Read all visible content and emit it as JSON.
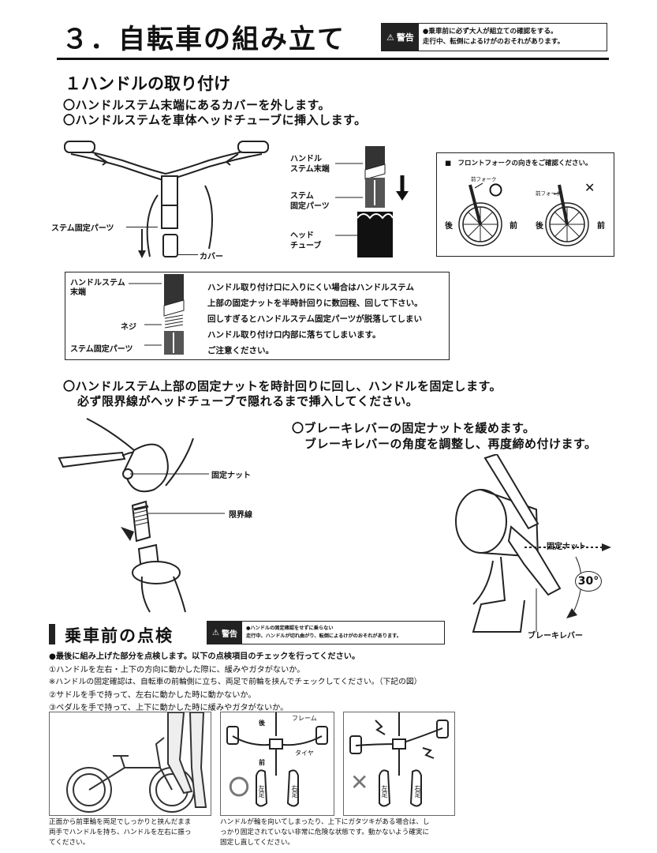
{
  "title": "３．自転車の組み立て",
  "top_warning": {
    "label": "警告",
    "line1": "●乗車前に必ず大人が組立ての確認をする。",
    "line2": "走行中、転倒によるけがのおそれがあります。"
  },
  "step1": {
    "heading": "１ハンドルの取り付け",
    "instr1": "〇ハンドルステム末端にあるカバーを外します。",
    "instr2": "〇ハンドルステムを車体ヘッドチューブに挿入します。",
    "labels": {
      "stem_fix_parts": "ステム固定パーツ",
      "cover": "カバー",
      "stem_end_1": "ハンドル",
      "stem_end_2": "ステム末端",
      "stem_fix_1": "ステム",
      "stem_fix_2": "固定パーツ",
      "head_tube_1": "ヘッド",
      "head_tube_2": "チューブ"
    },
    "fork_box": {
      "title": "■　フロントフォークの向きをご確認ください。",
      "fork_label": "前フォーク",
      "back": "後",
      "front": "前",
      "ok_mark": "〇",
      "ng_mark": "✕"
    },
    "note_box": {
      "label_end_1": "ハンドルステム",
      "label_end_2": "末端",
      "label_screw": "ネジ",
      "label_fix": "ステム固定パーツ",
      "lines": [
        "ハンドル取り付け口に入りにくい場合はハンドルステム",
        "上部の固定ナットを半時計回りに数回程、回して下さい。",
        "回しすぎるとハンドルステム固定パーツが脱落してしまい",
        "ハンドル取り付け口内部に落ちてしまいます。",
        "ご注意ください。"
      ]
    },
    "instr3": "〇ハンドルステム上部の固定ナットを時計回りに回し、ハンドルを固定します。",
    "instr4": "必ず限界線がヘッドチューブで隠れるまで挿入してください。",
    "nut_label": "固定ナット",
    "limit_label": "限界線"
  },
  "brake": {
    "instr1": "〇ブレーキレバーの固定ナットを緩めます。",
    "instr2": "ブレーキレバーの角度を調整し、再度締め付けます。",
    "nut_label": "固定ナット",
    "lever_label": "ブレーキレバー",
    "angle": "30°"
  },
  "check": {
    "heading": "乗車前の点検",
    "warning_label": "警告",
    "warning_line1": "●ハンドルの固定確認をせずに乗らない",
    "warning_line2": "走行中、ハンドルが切れ曲がり、転倒によるけがのおそれがあります。",
    "lines": [
      "●最後に組み上げた部分を点検します。以下の点検項目のチェックを行ってください。",
      "①ハンドルを左右・上下の方向に動かした際に、緩みやガタがないか。",
      "※ハンドルの固定確認は、自転車の前輪側に立ち、両足で前輪を挟んでチェックしてください。（下記の図）",
      "②サドルを手で持って、左右に動かした時に動かないか。",
      "③ペダルを手で持って、上下に動かした時に緩みやガタがないか。"
    ],
    "fig2_labels": {
      "back": "後",
      "frame": "フレーム",
      "front": "前",
      "tire": "タイヤ",
      "left": "左足",
      "right": "右足",
      "ok": "〇"
    },
    "fig3_labels": {
      "left": "左足",
      "right": "右足",
      "ng": "✕"
    },
    "caption1": [
      "正面から前車輪を両足でしっかりと挟んだまま",
      "両手でハンドルを持ち、ハンドルを左右に振っ",
      "てください。"
    ],
    "caption2": [
      "ハンドルが輪を向いてしまったり、上下にガタツキがある場合は、し",
      "っかり固定されていない非常に危険な状態です。動かないよう確実に",
      "固定し直してください。"
    ]
  }
}
